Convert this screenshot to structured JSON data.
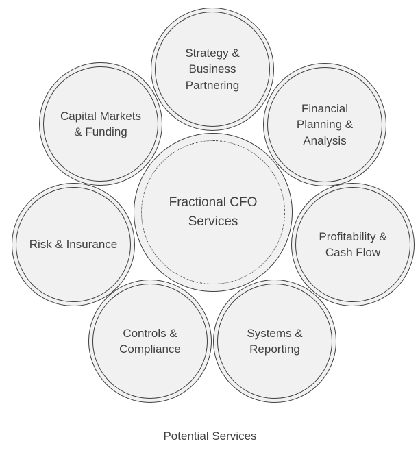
{
  "diagram": {
    "type": "hub-and-spoke",
    "colors": {
      "fill": "#f1f1f1",
      "stroke": "#3f3f3f",
      "text": "#404040",
      "background": "#ffffff"
    },
    "hub": {
      "label": "Fractional CFO Services",
      "lines": [
        "Fractional CFO",
        "Services"
      ]
    },
    "satellites": [
      {
        "label": "Strategy & Business Partnering",
        "lines": [
          "Strategy &",
          "Business",
          "Partnering"
        ]
      },
      {
        "label": "Financial Planning & Analysis",
        "lines": [
          "Financial",
          "Planning &",
          "Analysis"
        ]
      },
      {
        "label": "Profitability & Cash Flow",
        "lines": [
          "Profitability &",
          "Cash Flow"
        ]
      },
      {
        "label": "Systems & Reporting",
        "lines": [
          "Systems &",
          "Reporting"
        ]
      },
      {
        "label": "Controls & Compliance",
        "lines": [
          "Controls &",
          "Compliance"
        ]
      },
      {
        "label": "Risk & Insurance",
        "lines": [
          "Risk & Insurance"
        ]
      },
      {
        "label": "Capital Markets & Funding",
        "lines": [
          "Capital Markets",
          "& Funding"
        ]
      }
    ],
    "caption": "Potential Services"
  }
}
